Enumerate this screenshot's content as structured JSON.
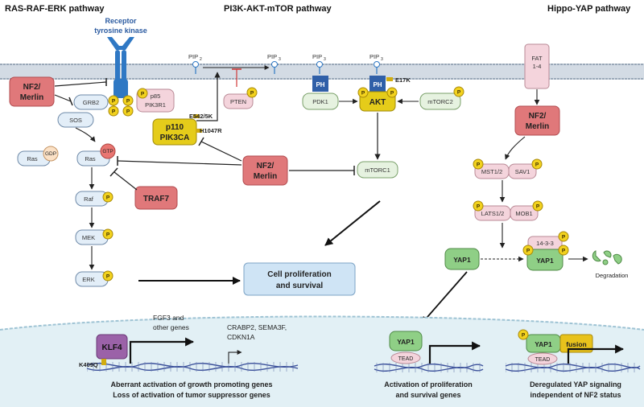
{
  "headers": {
    "ras": "RAS-RAF-ERK pathway",
    "pi3k": "PI3K-AKT-mTOR pathway",
    "hippo": "Hippo-YAP pathway"
  },
  "rtk": {
    "line1": "Receptor",
    "line2": "tyrosine kinase"
  },
  "phospho": "P",
  "nf2": {
    "line1": "NF2/",
    "line2": "Merlin"
  },
  "ras_path": {
    "grb2": "GRB2",
    "sos": "SOS",
    "ras_gdp": "Ras",
    "gdp": "GDP",
    "ras_gtp": "Ras",
    "gtp": "GTP",
    "raf": "Raf",
    "mek": "MEK",
    "erk": "ERK",
    "traf7": "TRAF7"
  },
  "pi3k_path": {
    "p85_line1": "p85",
    "p85_line2": "PIK3R1",
    "p110_line1": "p110",
    "p110_line2": "PIK3CA",
    "mut_e542": "E542/5K",
    "mut_h1047": "H1047R",
    "pip2": "PIP",
    "pip2_sub": "2",
    "pip3": "PIP",
    "pip3_sub": "3",
    "pten": "PTEN",
    "ph": "PH",
    "pdk1": "PDK1",
    "akt": "AKT",
    "e17k": "E17K",
    "mtorc2": "mTORC2",
    "mtorc1": "mTORC1"
  },
  "hippo_path": {
    "fat_line1": "FAT",
    "fat_line2": "1-4",
    "mst": "MST1/2",
    "sav1": "SAV1",
    "lats": "LATS1/2",
    "mob1": "MOB1",
    "yap1": "YAP1",
    "p1433": "14-3-3",
    "degradation": "Degradation"
  },
  "center": {
    "line1": "Cell proliferation",
    "line2": "and survival"
  },
  "nucleus": {
    "klf4": "KLF4",
    "k409q": "K409Q",
    "fgf_line1": "FGF3 and",
    "fgf_line2": "other genes",
    "crabp_line1": "CRABP2, SEMA3F,",
    "crabp_line2": "CDKN1A",
    "caption_left_1": "Aberrant activation of growth promoting genes",
    "caption_left_2": "Loss of activation of tumor suppressor genes",
    "yap1": "YAP1",
    "tead": "TEAD",
    "caption_mid_1": "Activation of proliferation",
    "caption_mid_2": "and survival genes",
    "fusion": "fusion",
    "caption_right_1": "Deregulated YAP signaling",
    "caption_right_2": "independent of NF2 status"
  },
  "colors": {
    "nf2": "#e0787a",
    "phospho": "#f2d21e",
    "lightblue": "#e3eef8",
    "yap": "#8fcf86",
    "hippo_pink": "#f4d4dc",
    "membrane": "#c9d3de",
    "nucleus": "#e2f0f5"
  }
}
